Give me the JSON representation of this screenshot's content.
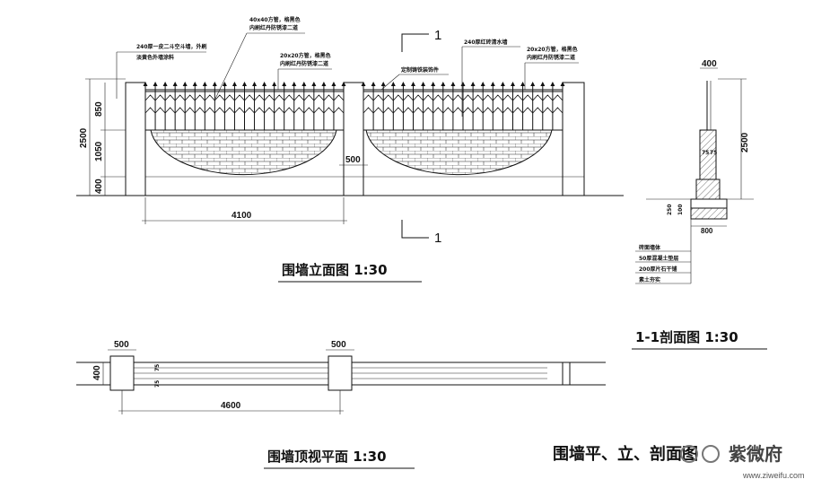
{
  "elevation": {
    "title": "围墙立面图  1:30",
    "dims": {
      "width": "4100",
      "pier": "500",
      "total_h": "2500",
      "upper_h": "850",
      "mid_h": "1050",
      "base_h": "400"
    },
    "notes": {
      "n1": "240厚一皮二斗空斗墙，外刷",
      "n1b": "淡黄色外墙涂料",
      "n2": "40x40方管，格黑色",
      "n2b": "内刷红丹防锈漆二道",
      "n3": "20x20方管，格黑色",
      "n3b": "内刷红丹防锈漆二道",
      "n4": "定制铸铁装饰件",
      "n5": "240厚红砖清水墙",
      "n6": "20x20方管，格黑色",
      "n6b": "内刷红丹防锈漆二道"
    },
    "section_mark": "1"
  },
  "section": {
    "title": "1-1剖面图  1:30",
    "dims": {
      "top_w": "400",
      "height": "2500",
      "base_w": "800",
      "d75a": "75",
      "d75b": "75",
      "d250": "250",
      "d100": "100"
    },
    "layers": [
      "砖面墙体",
      "50厚混凝土垫层",
      "200厚片石干铺",
      "素土夯实"
    ]
  },
  "plan": {
    "title": "围墙顶视平面  1:30",
    "dims": {
      "pier_w1": "500",
      "pier_w2": "500",
      "depth": "400",
      "span": "4600",
      "d75a": "75",
      "d75b": "75"
    }
  },
  "footer": {
    "caption": "围墙平、立、剖面图",
    "watermark": "紫微府",
    "watermark_url": "www.ziweifu.com"
  }
}
